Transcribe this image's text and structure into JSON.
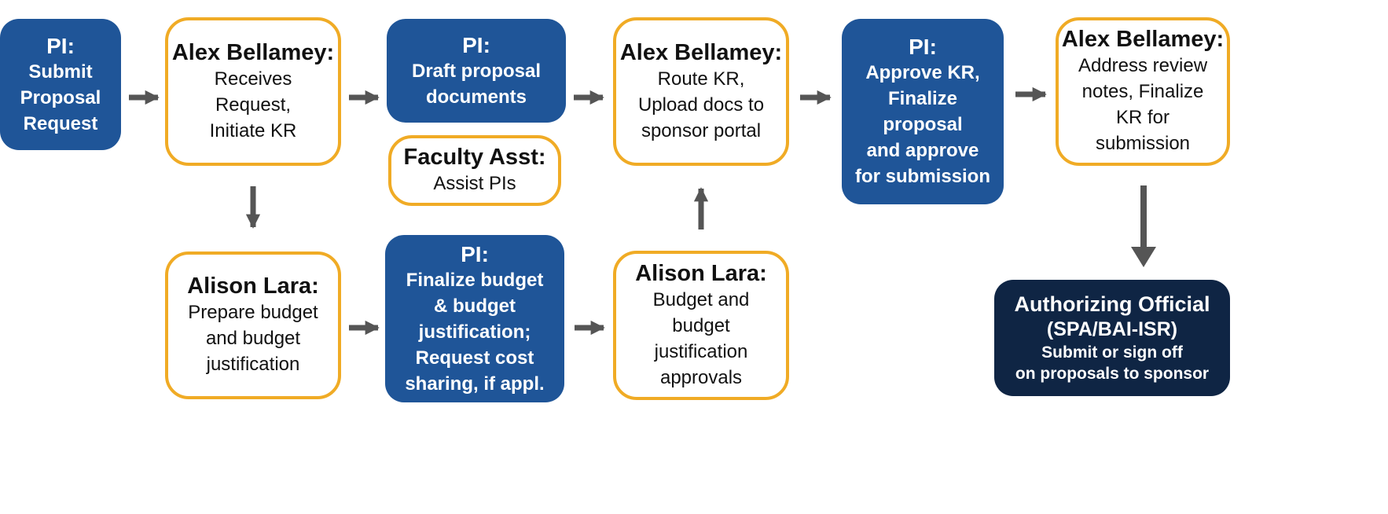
{
  "colors": {
    "pi_blue": "#1f5598",
    "authority_navy": "#0f2544",
    "outline_gold": "#f0ab25",
    "arrow_gray": "#555555"
  },
  "steps": {
    "pi_submit": {
      "role": "PI:",
      "lines": [
        "Submit",
        "Proposal",
        "Request"
      ]
    },
    "alex_receive": {
      "role": "Alex Bellamey:",
      "lines": [
        "Receives",
        "Request,",
        "Initiate KR"
      ]
    },
    "pi_draft": {
      "role": "PI:",
      "lines": [
        "Draft proposal",
        "documents"
      ]
    },
    "faculty_asst": {
      "role": "Faculty Asst:",
      "lines": [
        "Assist PIs"
      ]
    },
    "alex_route": {
      "role": "Alex Bellamey:",
      "lines": [
        "Route KR,",
        "Upload docs to",
        "sponsor portal"
      ]
    },
    "pi_approve": {
      "role": "PI:",
      "lines": [
        "Approve KR,",
        "Finalize",
        "proposal",
        "and approve",
        "for submission"
      ]
    },
    "alex_address": {
      "role": "Alex Bellamey:",
      "lines": [
        "Address review",
        "notes, Finalize",
        "KR for",
        "submission"
      ]
    },
    "alison_prepare": {
      "role": "Alison Lara:",
      "lines": [
        "Prepare budget",
        "and budget",
        "justification"
      ]
    },
    "pi_finalize_budget": {
      "role": "PI:",
      "lines": [
        "Finalize budget",
        "& budget",
        "justification;",
        "Request cost",
        "sharing, if appl."
      ]
    },
    "alison_approvals": {
      "role": "Alison Lara:",
      "lines": [
        "Budget and",
        "budget",
        "justification",
        "approvals"
      ]
    },
    "authorizing_official": {
      "role": "Authorizing Official",
      "sub": "(SPA/BAI-ISR)",
      "lines": [
        "Submit or sign off",
        "on proposals to sponsor"
      ]
    }
  },
  "arrows": [
    "pi_submit→alex_receive",
    "alex_receive→pi_draft",
    "pi_draft→alex_route",
    "alex_route→pi_approve",
    "pi_approve→alex_address",
    "alex_receive→alison_prepare",
    "alison_prepare→pi_finalize_budget",
    "pi_finalize_budget→alison_approvals",
    "alison_approvals→alex_route",
    "alex_address→authorizing_official"
  ]
}
